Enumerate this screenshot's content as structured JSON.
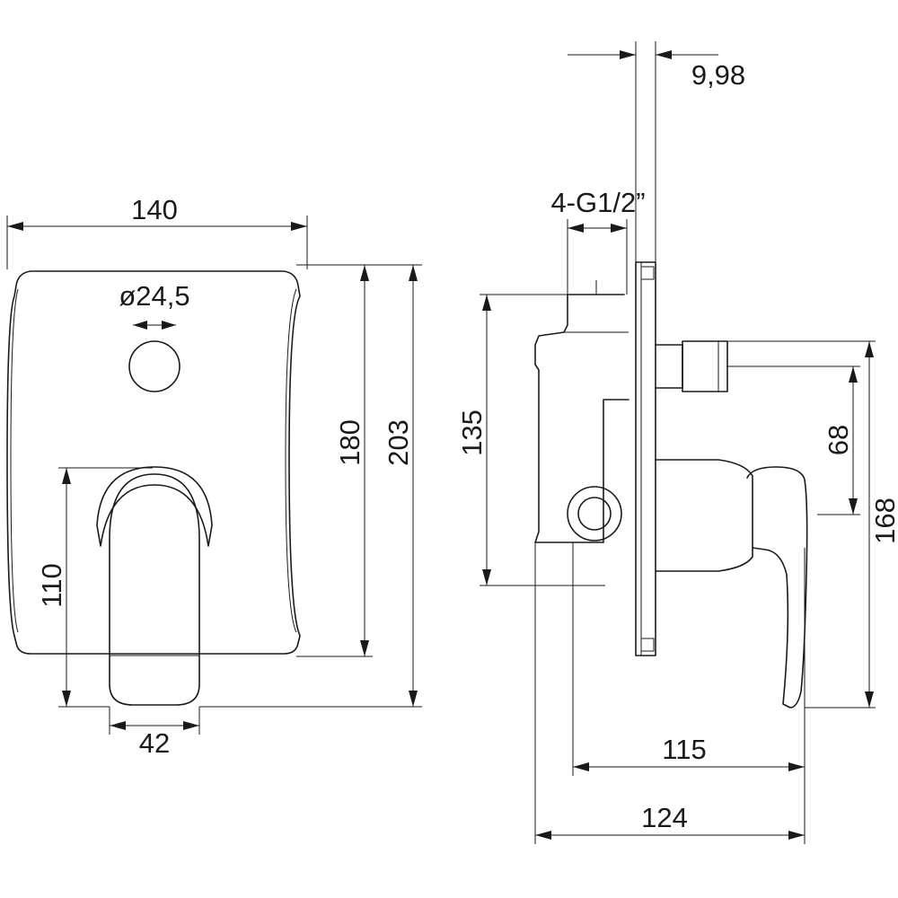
{
  "dimensions": {
    "width_140": "140",
    "knob_dia": "ø24,5",
    "height_180": "180",
    "height_203": "203",
    "handle_110": "110",
    "handle_42": "42",
    "plate_998": "9,98",
    "thread": "4-G1/2”",
    "body_135": "135",
    "spout_68": "68",
    "depth_168": "168",
    "depth_115": "115",
    "depth_124": "124"
  }
}
